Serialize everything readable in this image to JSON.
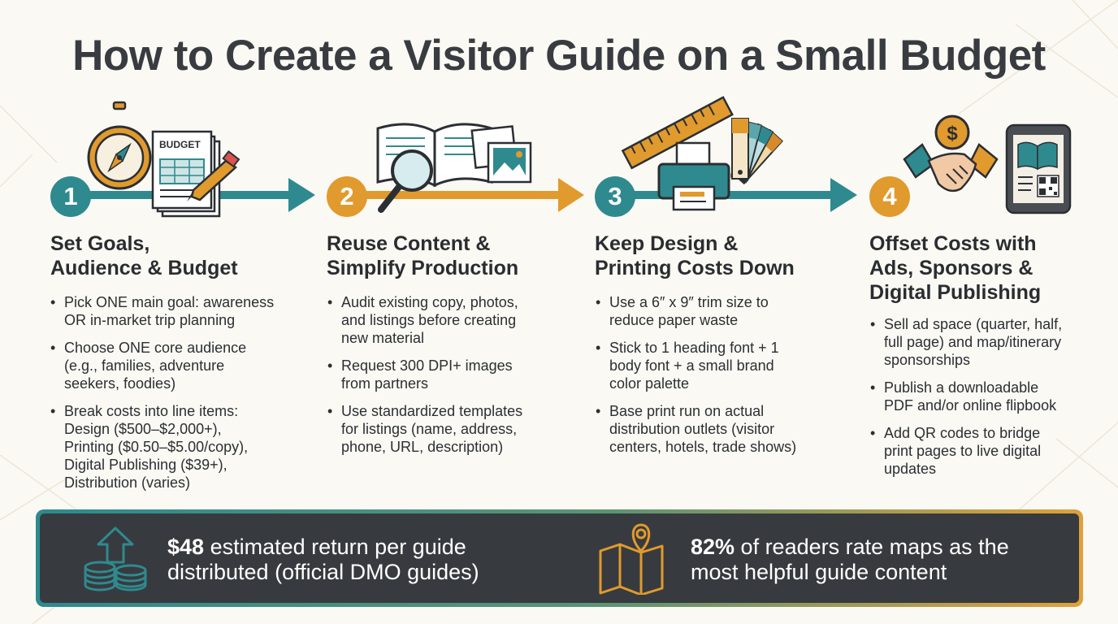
{
  "title": "How to Create a Visitor Guide on a Small Budget",
  "colors": {
    "teal": "#2f8a8f",
    "orange": "#e19a2d",
    "dark": "#383c40",
    "banner_bg": "#373b3f"
  },
  "steps": [
    {
      "number": "1",
      "title_lines": [
        "Set Goals,",
        "Audience & Budget"
      ],
      "icons": [
        "compass-icon",
        "budget-sheet-icon",
        "pencil-icon"
      ],
      "art_label": "BUDGET",
      "bullets": [
        {
          "lines": [
            "Pick ONE main goal: awareness",
            "OR in-market trip planning"
          ]
        },
        {
          "lines": [
            "Choose ONE core audience",
            "(e.g., families, adventure",
            "seekers, foodies)"
          ]
        },
        {
          "lines": [
            "Break costs into line items:",
            "Design ($500–$2,000+),",
            "Printing ($0.50–$5.00/copy),",
            "Digital Publishing ($39+),",
            "Distribution (varies)"
          ]
        }
      ]
    },
    {
      "number": "2",
      "title_lines": [
        "Reuse Content &",
        "Simplify Production"
      ],
      "icons": [
        "open-book-icon",
        "magnifier-icon",
        "photos-icon"
      ],
      "bullets": [
        {
          "lines": [
            "Audit existing copy, photos,",
            "and listings before creating",
            "new material"
          ]
        },
        {
          "lines": [
            "Request 300 DPI+ images",
            "from partners"
          ]
        },
        {
          "lines": [
            "Use standardized templates",
            "for listings (name, address,",
            "phone, URL, description)"
          ]
        }
      ]
    },
    {
      "number": "3",
      "title_lines": [
        "Keep Design &",
        "Printing Costs Down"
      ],
      "icons": [
        "ruler-icon",
        "printer-icon",
        "color-swatch-icon"
      ],
      "bullets": [
        {
          "lines": [
            "Use a 6″ x 9″ trim size to",
            "reduce paper waste"
          ]
        },
        {
          "lines": [
            "Stick to 1 heading font + 1",
            "body font + a small brand",
            "color palette"
          ]
        },
        {
          "lines": [
            "Base print run on actual",
            "distribution outlets (visitor",
            "centers, hotels, trade shows)"
          ]
        }
      ]
    },
    {
      "number": "4",
      "title_lines": [
        "Offset Costs with",
        "Ads, Sponsors &",
        "Digital Publishing"
      ],
      "icons": [
        "handshake-icon",
        "dollar-coin-icon",
        "tablet-icon",
        "qr-code-icon"
      ],
      "coin_symbol": "$",
      "bullets": [
        {
          "lines": [
            "Sell ad space (quarter, half,",
            "full page) and map/itinerary",
            "sponsorships"
          ]
        },
        {
          "lines": [
            "Publish a downloadable",
            "PDF and/or online flipbook"
          ]
        },
        {
          "lines": [
            "Add QR codes to bridge",
            "print pages to live digital",
            "updates"
          ]
        }
      ]
    }
  ],
  "stats": [
    {
      "icon": "coin-stack-arrow-icon",
      "value": "$48",
      "line1_rest": " estimated return per guide",
      "line2": "distributed (official DMO guides)"
    },
    {
      "icon": "map-pin-icon",
      "value": "82%",
      "line1_rest": " of readers rate maps as the",
      "line2": "most helpful guide content"
    }
  ]
}
